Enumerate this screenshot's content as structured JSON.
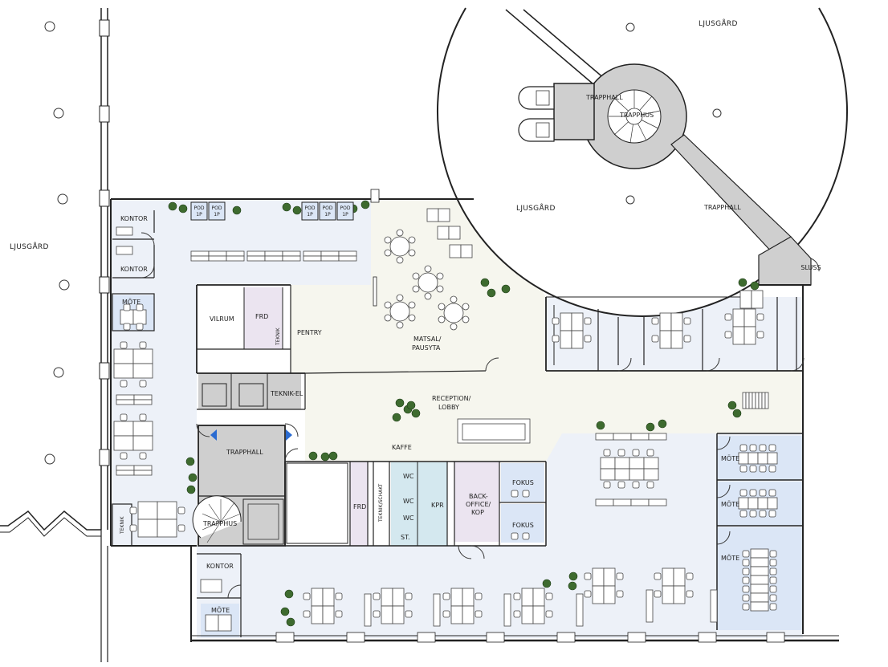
{
  "labels": {
    "ljusgard_top": "LJUSGÅRD",
    "ljusgard_left": "LJUSGÅRD",
    "ljusgard_center": "LJUSGÅRD",
    "trapphus": "TRAPPHUS",
    "trapphall_top": "TRAPPHALL",
    "trapphall_right": "TRAPPHALL",
    "sluss": "SLUSS",
    "kontor": "KONTOR",
    "mote": "MÖTE",
    "vilrum": "VILRUM",
    "frd": "FRD",
    "teknik": "TEKNIK",
    "pentry": "PENTRY",
    "matsal_1": "MATSAL/",
    "matsal_2": "PAUSYTA",
    "teknik_el": "TEKNIK-EL",
    "reception_1": "RECEPTION/",
    "reception_2": "LOBBY",
    "trapphall": "TRAPPHALL",
    "kaffe": "KAFFE",
    "teknik_schakt": "TEKNIK/SCHAKT",
    "wc": "WC",
    "kpr": "KPR",
    "st": "ST.",
    "backoffice_1": "BACK-",
    "backoffice_2": "OFFICE/",
    "backoffice_3": "KOP",
    "fokus": "FOKUS",
    "pod": "POD",
    "pod_num": "1P"
  },
  "colors": {
    "office_floor": "#edf1f8",
    "common_floor": "#f6f6ee",
    "meeting_room": "#dbe6f6",
    "frd_room": "#ebe4f0",
    "wc_room": "#d4e8ef",
    "core": "#cfcfcf",
    "plant": "#3e6b2f"
  }
}
